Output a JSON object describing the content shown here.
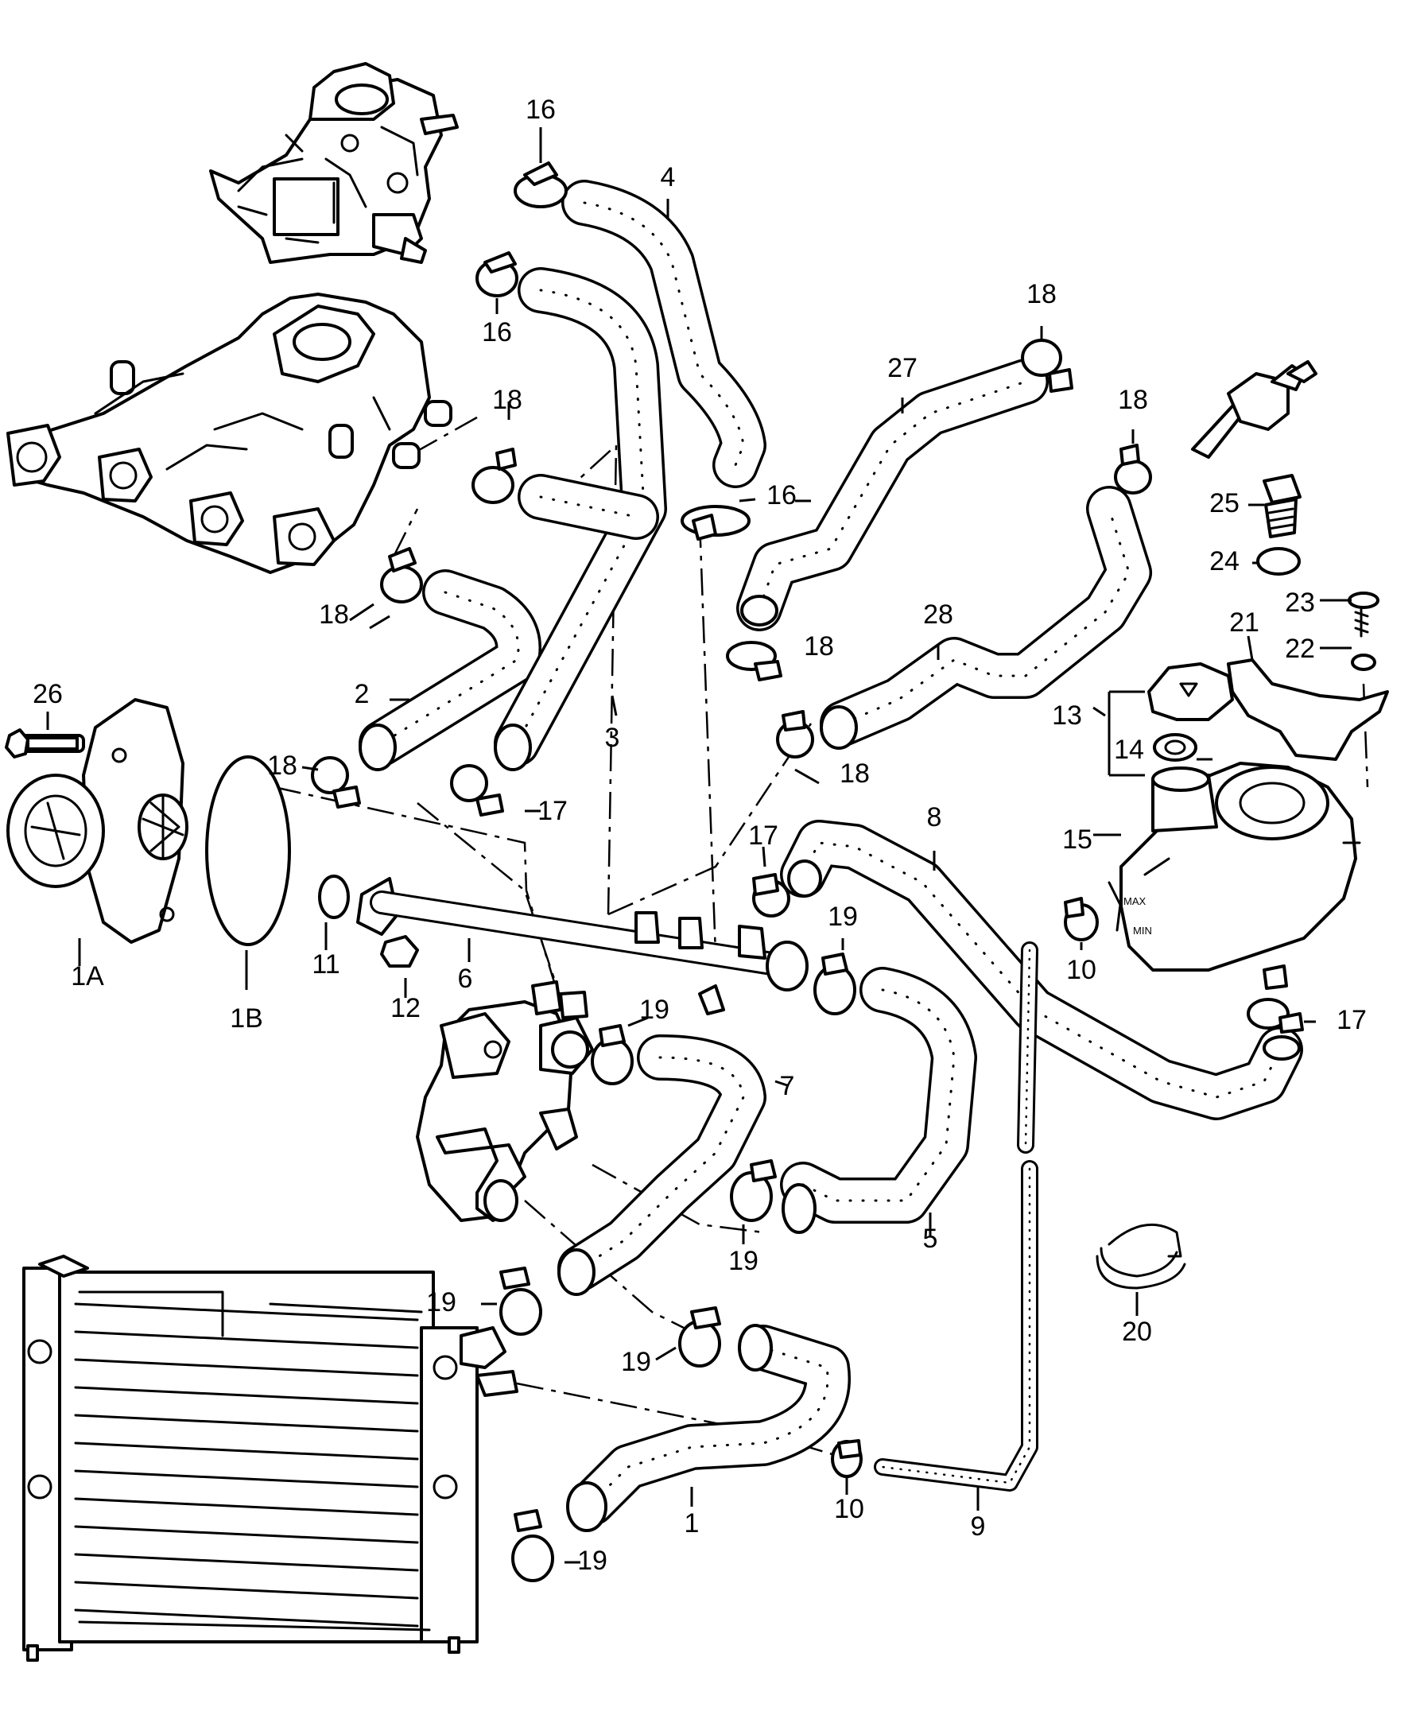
{
  "diagram": {
    "ink_color": "#000000",
    "paper_color": "#ffffff",
    "tank_marks": {
      "max": "MAX",
      "min": "MIN"
    },
    "callouts": {
      "c1": "1",
      "c1A": "1A",
      "c1B": "1B",
      "c2": "2",
      "c3": "3",
      "c4": "4",
      "c5": "5",
      "c6": "6",
      "c7": "7",
      "c8": "8",
      "c9": "9",
      "c10a": "10",
      "c10b": "10",
      "c11": "11",
      "c12": "12",
      "c13": "13",
      "c14": "14",
      "c15": "15",
      "c16a": "16",
      "c16b": "16",
      "c16c": "16",
      "c17a": "17",
      "c17b": "17",
      "c17c": "17",
      "c18a": "18",
      "c18b": "18",
      "c18c": "18",
      "c18d": "18",
      "c18e": "18",
      "c18f": "18",
      "c18g": "18",
      "c19a": "19",
      "c19b": "19",
      "c19c": "19",
      "c19d": "19",
      "c19e": "19",
      "c19f": "19",
      "c20": "20",
      "c21": "21",
      "c22": "22",
      "c23": "23",
      "c24": "24",
      "c25": "25",
      "c26": "26",
      "c27": "27",
      "c28": "28"
    }
  }
}
